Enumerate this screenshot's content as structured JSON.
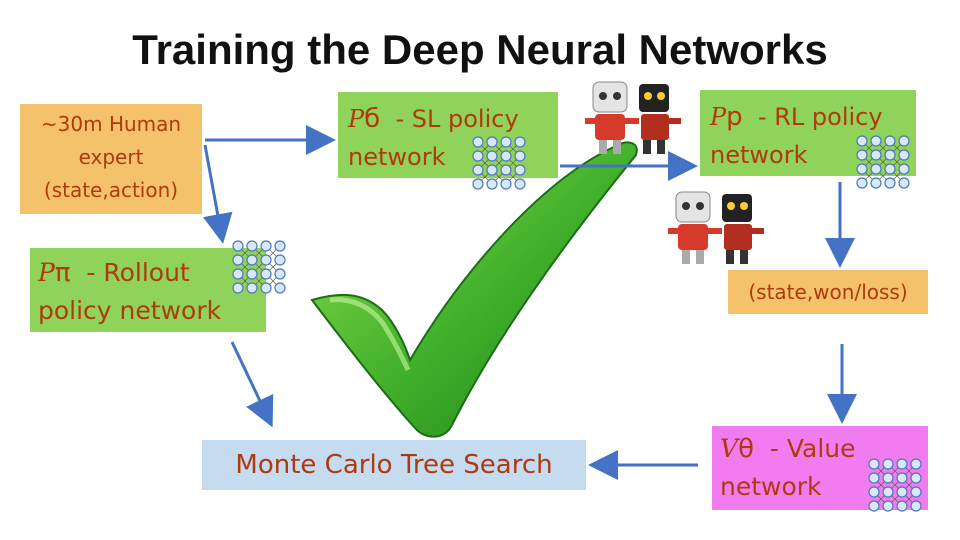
{
  "title": "Training the Deep Neural Networks",
  "colors": {
    "orange": "#f4c26a",
    "green": "#8fd35a",
    "pink": "#f07cf0",
    "blue": "#c4dbf0",
    "text": "#b03a10",
    "arrow": "#4472c4"
  },
  "nodes": {
    "human": {
      "line1": "~30m Human",
      "line2": "expert",
      "line3": "(state,action)"
    },
    "sl": {
      "symbol": "P",
      "sub": "б",
      "label": "- SL policy",
      "line2": "network"
    },
    "rl": {
      "symbol": "P",
      "sub": "p",
      "label": "- RL policy",
      "line2": "network"
    },
    "rollout": {
      "symbol": "P",
      "sub": "π",
      "label": "- Rollout",
      "line2": "policy network"
    },
    "state": {
      "label": "(state,won/loss)"
    },
    "value": {
      "symbol": "V",
      "sub": "θ",
      "label": "- Value",
      "line2": "network"
    },
    "mcts": {
      "label": "Monte Carlo Tree Search"
    }
  }
}
